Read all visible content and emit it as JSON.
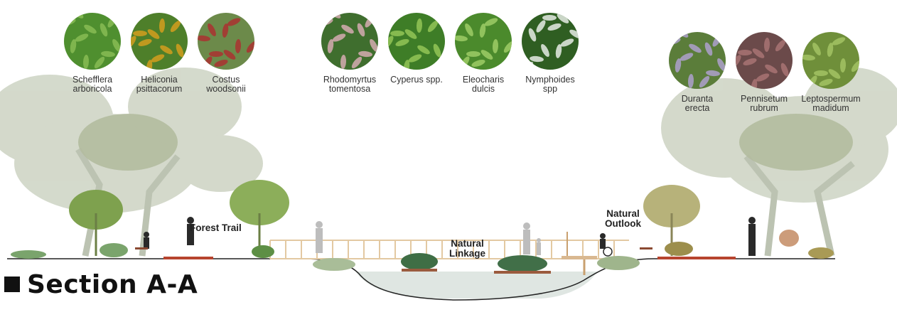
{
  "plants_left": [
    {
      "name": "Schefflera\narboricola",
      "tone": "#4f8f2f",
      "accent": "#8fc25a"
    },
    {
      "name": "Heliconia\npsittacorum",
      "tone": "#4e7f2a",
      "accent": "#e6a21c"
    },
    {
      "name": "Costus\nwoodsonii",
      "tone": "#6c8a4a",
      "accent": "#b3262e"
    }
  ],
  "plants_center": [
    {
      "name": "Rhodomyrtus\ntomentosa",
      "tone": "#3f6e2e",
      "accent": "#e9b4c3"
    },
    {
      "name": "Cyperus spp.",
      "tone": "#3e7d27",
      "accent": "#9fcf5e"
    },
    {
      "name": "Eleocharis\ndulcis",
      "tone": "#4b8a2c",
      "accent": "#a8d46e"
    },
    {
      "name": "Nymphoides\nspp",
      "tone": "#2f5e22",
      "accent": "#ffffff"
    }
  ],
  "plants_right": [
    {
      "name": "Duranta\nerecta",
      "tone": "#5b7d3a",
      "accent": "#b8a6e0"
    },
    {
      "name": "Pennisetum\nrubrum",
      "tone": "#6b4a4a",
      "accent": "#b07a7a"
    },
    {
      "name": "Leptospermum\nmadidum",
      "tone": "#6f8f3a",
      "accent": "#a9c96a"
    }
  ],
  "labels": {
    "forest_trail": "Forest Trail",
    "natural_linkage": "Natural\nLinkage",
    "natural_outlook": "Natural\nOutlook"
  },
  "section_title": "Section A-A",
  "colors": {
    "bg_tree": "#c9cfbf",
    "mid_tree": "#a6b08f",
    "green_tree": "#7da04d",
    "water": "#dfe6e2",
    "deck": "#e6cfae",
    "path": "#b7442f"
  }
}
